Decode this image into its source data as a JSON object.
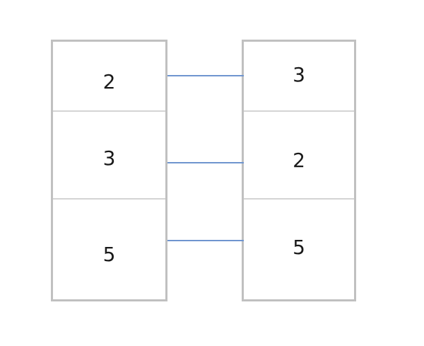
{
  "left_column": {
    "cells": [
      "2",
      "3",
      "5"
    ]
  },
  "right_column": {
    "cells": [
      "3",
      "2",
      "5"
    ]
  },
  "colors": {
    "border": "#c0c0c0",
    "divider": "#d4d4d4",
    "connector": "#6f95cf",
    "text": "#1a1a1a"
  }
}
